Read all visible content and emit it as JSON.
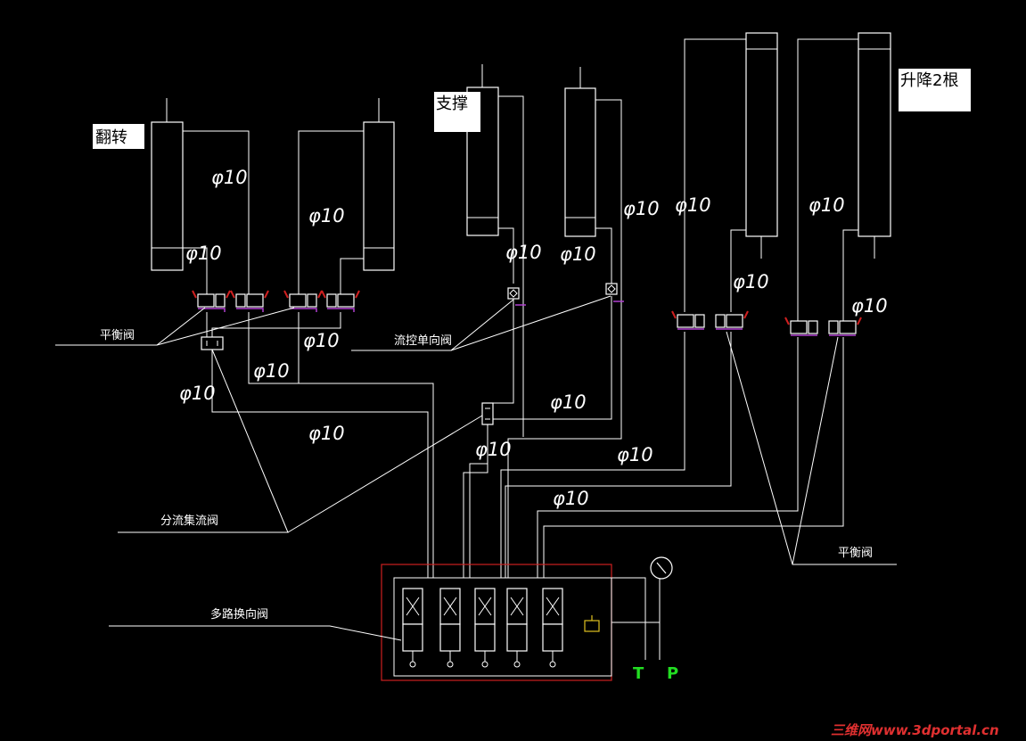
{
  "colors": {
    "background": "#000000",
    "line": "#ffffff",
    "valve_block_border": "#cc2020",
    "pilot_line": "#b040d0",
    "port_label": "#22dd22",
    "watermark": "#e03030"
  },
  "labels": {
    "flip": "翻转",
    "support": "支撑",
    "lift": "升降2根",
    "balance_valve_left": "平衡阀",
    "flow_check_valve": "流控单向阀",
    "diverter_valve": "分流集流阀",
    "balance_valve_right": "平衡阀",
    "multiway_valve": "多路换向阀"
  },
  "pipe_dims": [
    "φ10",
    "φ10",
    "φ10",
    "φ10",
    "φ10",
    "φ10",
    "φ10",
    "φ10",
    "φ10",
    "φ10",
    "φ10",
    "φ10",
    "φ10",
    "φ10",
    "φ10",
    "φ10",
    "φ10",
    "φ10"
  ],
  "ports": {
    "tank": "T",
    "pressure": "P"
  },
  "watermark": "三维网www.3dportal.cn"
}
